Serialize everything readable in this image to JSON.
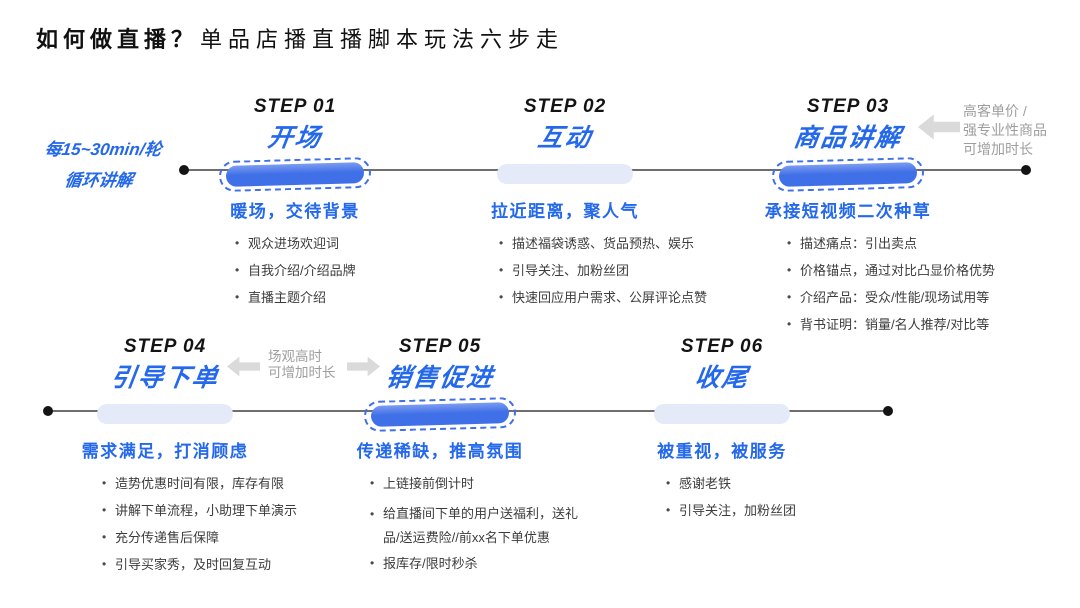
{
  "title": {
    "bold": "如何做直播？",
    "regular": "单品店播直播脚本玩法六步走"
  },
  "cycle_note": {
    "line1": "每15~30min/轮",
    "line2": "循环讲解"
  },
  "steps": [
    {
      "label": "STEP 01",
      "name": "开场",
      "highlighted": true,
      "subtitle": "暖场，交待背景",
      "bullets": [
        "观众进场欢迎词",
        "自我介绍/介绍品牌",
        "直播主题介绍"
      ]
    },
    {
      "label": "STEP 02",
      "name": "互动",
      "highlighted": false,
      "subtitle": "拉近距离，聚人气",
      "bullets": [
        "描述福袋诱惑、货品预热、娱乐",
        "引导关注、加粉丝团",
        "快速回应用户需求、公屏评论点赞"
      ]
    },
    {
      "label": "STEP 03",
      "name": "商品讲解",
      "highlighted": true,
      "subtitle": "承接短视频二次种草",
      "bullets": [
        "描述痛点：引出卖点",
        "价格锚点，通过对比凸显价格优势",
        "介绍产品：受众/性能/现场试用等",
        "背书证明：销量/名人推荐/对比等"
      ]
    },
    {
      "label": "STEP 04",
      "name": "引导下单",
      "highlighted": false,
      "subtitle": "需求满足，打消顾虑",
      "bullets": [
        "造势优惠时间有限，库存有限",
        "讲解下单流程，小助理下单演示",
        "充分传递售后保障",
        "引导买家秀，及时回复互动"
      ]
    },
    {
      "label": "STEP 05",
      "name": "销售促进",
      "highlighted": true,
      "subtitle": "传递稀缺，推高氛围",
      "bullets": [
        "上链接前倒计时",
        "给直播间下单的用户送福利，送礼品/送运费险//前xx名下单优惠",
        "报库存/限时秒杀"
      ]
    },
    {
      "label": "STEP 06",
      "name": "收尾",
      "highlighted": false,
      "subtitle": "被重视，被服务",
      "bullets": [
        "感谢老铁",
        "引导关注，加粉丝团"
      ]
    }
  ],
  "annotations": {
    "side_note": {
      "lines": [
        "高客单价 /",
        "强专业性商品",
        "可增加时长"
      ],
      "icon": "arrow-left"
    },
    "mid_note": {
      "lines": [
        "场观高时",
        "可增加时长"
      ],
      "icons": [
        "arrow-left",
        "arrow-right"
      ]
    }
  },
  "colors": {
    "accent": "#2468EB",
    "pill_blue": "#4070E8",
    "pill_light": "#E4EAF7",
    "gray_note": "#9E9E9E",
    "arrow_gray": "#DADADA",
    "timeline": "#6E6E6E"
  }
}
